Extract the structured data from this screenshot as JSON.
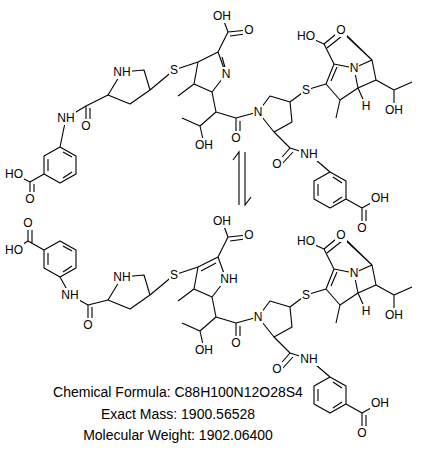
{
  "diagram": {
    "labels": [
      "OH",
      "O",
      "HO",
      "O",
      "S",
      "NH",
      "N",
      "N",
      "S",
      "H",
      "OH",
      "N",
      "NH",
      "O",
      "O",
      "OH",
      "NH",
      "O",
      "HO",
      "OH",
      "O",
      "O",
      "O",
      "OH",
      "O",
      "HO",
      "O",
      "HO",
      "S",
      "NH",
      "NH",
      "N",
      "S",
      "NH",
      "H",
      "OH",
      "N",
      "O",
      "O",
      "OH",
      "NH",
      "O",
      "OH",
      "O",
      "Chemical Formula: C88H100N12O28S4",
      "Exact Mass: 1900.56528",
      "Molecular Weight: 1902.06400"
    ]
  }
}
